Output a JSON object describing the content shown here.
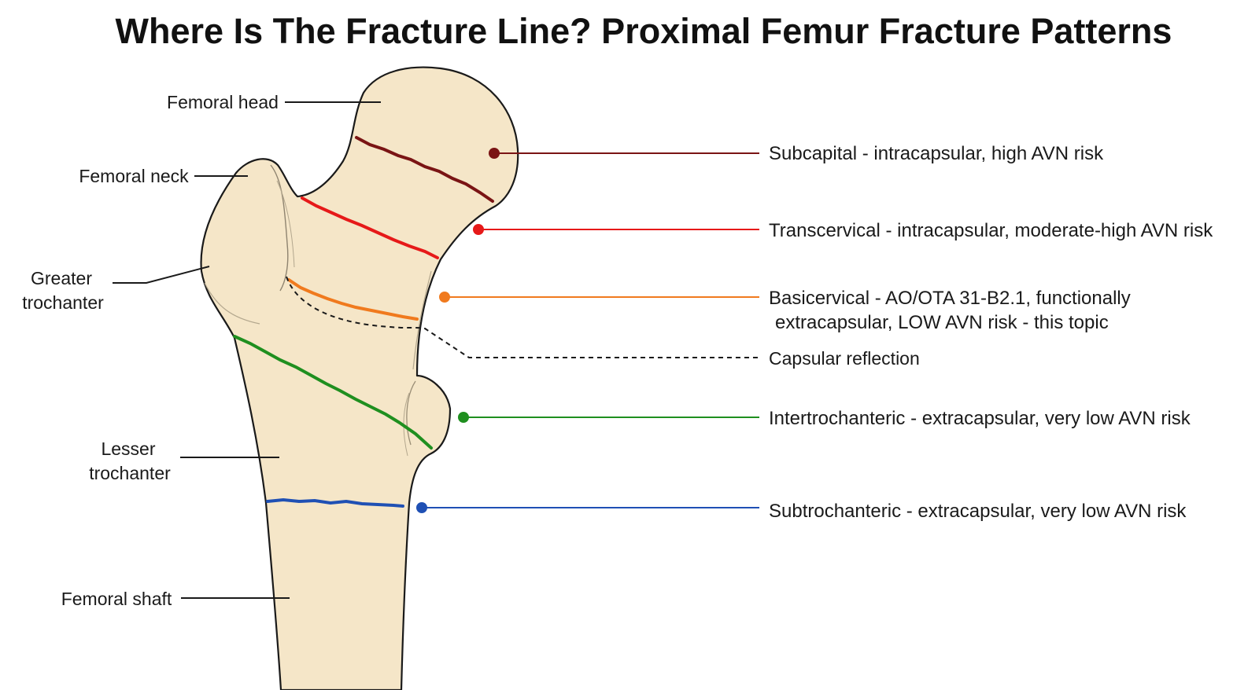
{
  "title": "Where Is The Fracture Line? Proximal Femur Fracture Patterns",
  "anatomy_labels": {
    "femoral_head": "Femoral head",
    "femoral_neck": "Femoral neck",
    "greater_trochanter_line1": "Greater",
    "greater_trochanter_line2": "trochanter",
    "lesser_trochanter_line1": "Lesser",
    "lesser_trochanter_line2": "trochanter",
    "femoral_shaft": "Femoral shaft"
  },
  "fracture_labels": {
    "subcapital": "Subcapital - intracapsular, high AVN risk",
    "transcervical": "Transcervical - intracapsular, moderate-high AVN risk",
    "basicervical_line1": "Basicervical - AO/OTA 31-B2.1, functionally",
    "basicervical_line2": "extracapsular, LOW AVN risk - this topic",
    "capsular_reflection": "Capsular reflection",
    "intertrochanteric": "Intertrochanteric - extracapsular, very low AVN risk",
    "subtrochanteric": "Subtrochanteric - extracapsular, very low AVN risk"
  },
  "colors": {
    "bone_fill": "#f5e6c8",
    "bone_outline": "#1a1a1a",
    "subcapital": "#7a1414",
    "transcervical": "#e61919",
    "basicervical": "#f07a1e",
    "capsular_reflection": "#1a1a1a",
    "intertrochanteric": "#1f8f1f",
    "subtrochanteric": "#1f50b4"
  }
}
